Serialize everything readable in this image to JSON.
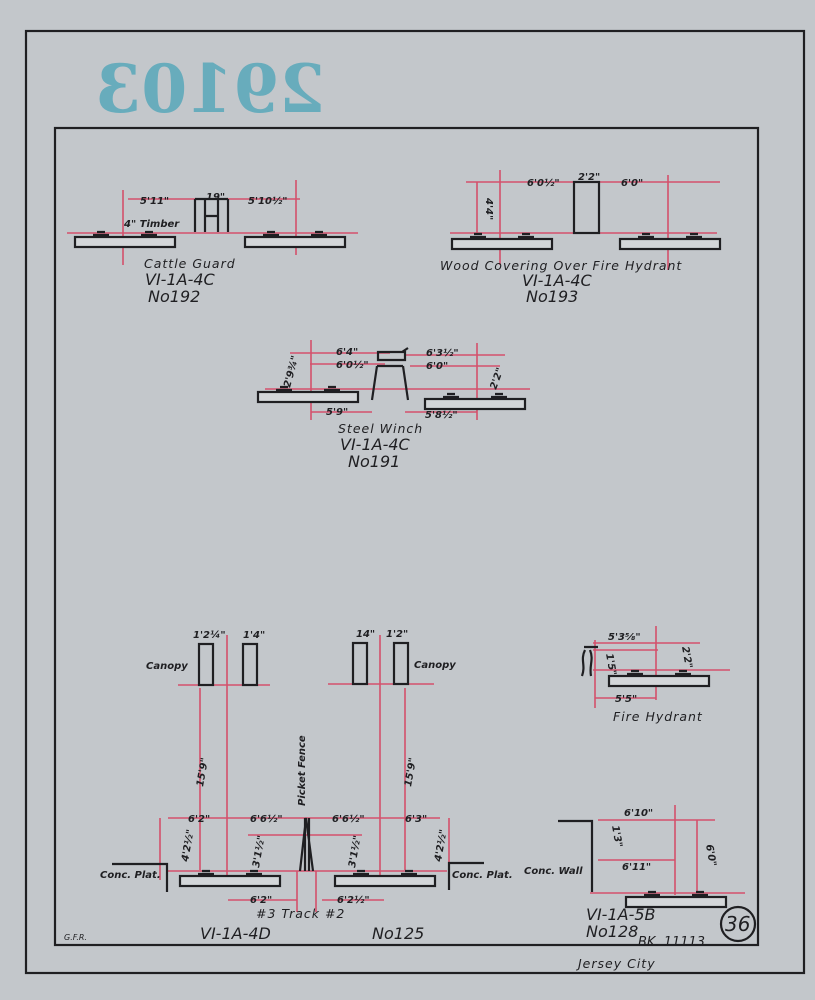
{
  "stamp": "29103",
  "cattle_guard": {
    "title": "Cattle Guard",
    "code": "VI-1A-4C",
    "number": "No192",
    "dim_left": "5'11\"",
    "dim_mid": "19\"",
    "dim_right": "5'10½\"",
    "note": "4\" Timber"
  },
  "wood_covering": {
    "title": "Wood Covering Over Fire Hydrant",
    "code": "VI-1A-4C",
    "number": "No193",
    "dim_left": "6'0½\"",
    "dim_mid": "2'2\"",
    "dim_right": "6'0\"",
    "dim_height": "4'4\""
  },
  "steel_winch": {
    "title": "Steel Winch",
    "code": "VI-1A-4C",
    "number": "No191",
    "dim_top_left": "6'4\"",
    "dim_second_left": "6'0½\"",
    "dim_top_right": "6'3½\"",
    "dim_second_right": "6'0\"",
    "dim_bottom_left": "5'9\"",
    "dim_bottom_right": "5'8½\"",
    "dim_height_left": "2'9¾\"",
    "dim_height_right": "2'2\""
  },
  "platform": {
    "canopy_left": "Canopy",
    "canopy_right": "Canopy",
    "dim_canopy_l1": "1'2¼\"",
    "dim_canopy_l2": "1'4\"",
    "dim_canopy_r1": "14\"",
    "dim_canopy_r2": "1'2\"",
    "dim_canopy_height_left": "15'9\"",
    "dim_canopy_height_right": "15'9\"",
    "picket_fence": "Picket Fence",
    "dim_plat_left": "6'2\"",
    "dim_fence_left": "6'6½\"",
    "dim_fence_right": "6'6½\"",
    "dim_plat_right": "6'3\"",
    "dim_plat_height_left": "4'2½\"",
    "dim_fence_height_left": "3'1½\"",
    "dim_fence_height_right": "3'1½\"",
    "dim_plat_height_right": "4'2½\"",
    "conc_plat_left": "Conc. Plat.",
    "conc_plat_right": "Conc. Plat.",
    "dim_track_left": "6'2\"",
    "dim_track_right": "6'2½\"",
    "track_label": "#3 Track #2",
    "code": "VI-1A-4D",
    "number": "No125"
  },
  "fire_hydrant": {
    "title": "Fire Hydrant",
    "dim_top": "5'3⅝\"",
    "dim_bottom": "5'5\"",
    "dim_height_left": "1'5\"",
    "dim_height_right": "2'2\""
  },
  "conc_wall": {
    "label": "Conc. Wall",
    "dim_top": "6'10\"",
    "dim_mid": "6'11\"",
    "dim_height_left": "1'3\"",
    "dim_height_right": "6'0\"",
    "code": "VI-1A-5B",
    "number": "No128"
  },
  "footer": {
    "book": "BK. 11113",
    "sheet": "36",
    "initials": "G.F.R.",
    "location": "Jersey City"
  }
}
